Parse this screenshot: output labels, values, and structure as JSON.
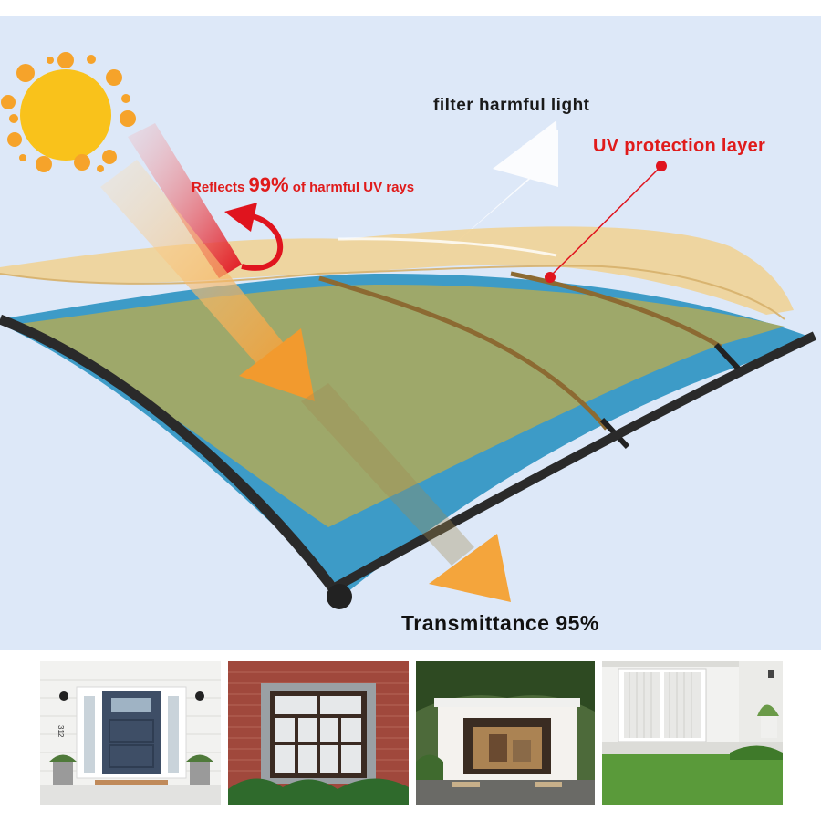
{
  "labels": {
    "filter": "filter harmful light",
    "uv_layer": "UV protection layer",
    "reflects_prefix": "Reflects",
    "reflects_value": "99%",
    "reflects_suffix": "of harmful UV rays",
    "transmittance": "Transmittance 95%"
  },
  "house_number": "312",
  "colors": {
    "background": "#dde8f8",
    "red_text": "#e01b1b",
    "sun": "#f9c21b",
    "uv_layer": "#e8c27a",
    "panel_blue": "#3d9bc7",
    "arrow_orange": "#f4a53c"
  },
  "uv_reflect_percent": 99,
  "transmittance_percent": 95
}
